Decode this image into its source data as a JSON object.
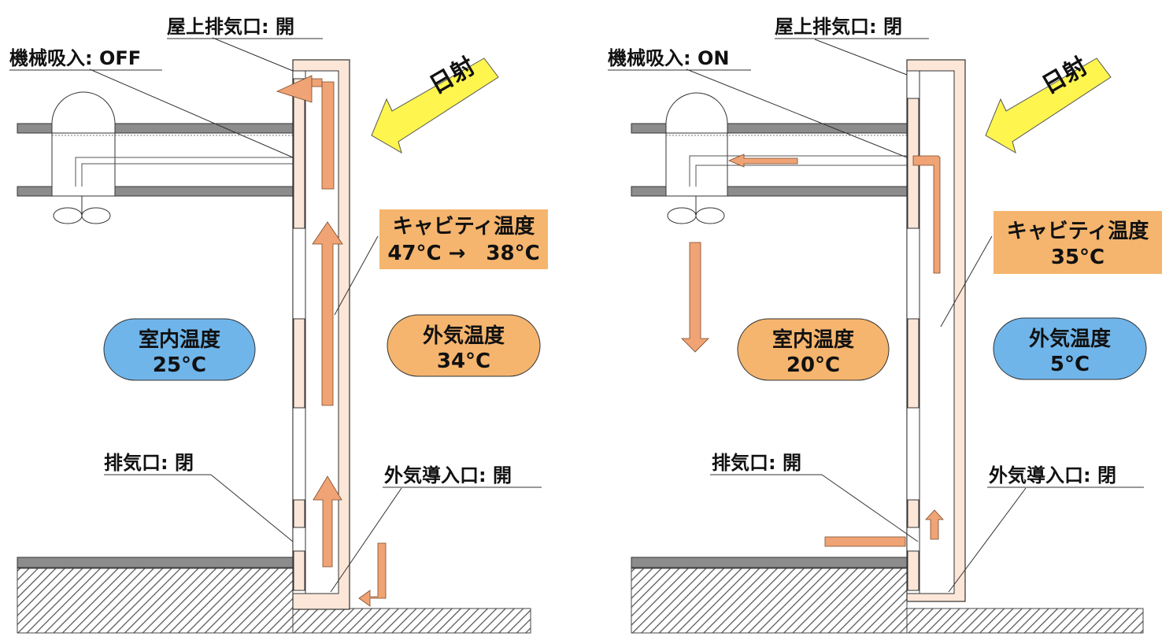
{
  "colors": {
    "wall": "#fbe6d8",
    "cavity_label": "#f5b56e",
    "outdoor_warm": "#f5b56e",
    "indoor_cool": "#6fb5ea",
    "airflow_arrow": "#f0a374",
    "sun_arrow": "#fff54f",
    "slab": "#8c8c8c"
  },
  "icons": [
    "sun-arrow-icon",
    "airflow-arrow-icon",
    "fan-icon",
    "ceiling-unit-icon",
    "hatch-ground"
  ],
  "left": {
    "roof_vent": "屋上排気口: 開",
    "mech_intake": "機械吸入: OFF",
    "sun": "日射",
    "cavity_title": "キャビティ温度",
    "cavity_value": "47°C →　38°C",
    "indoor_title": "室内温度",
    "indoor_value": "25°C",
    "outdoor_title": "外気温度",
    "outdoor_value": "34°C",
    "exhaust": "排気口: 閉",
    "inlet": "外気導入口: 開"
  },
  "right": {
    "roof_vent": "屋上排気口: 閉",
    "mech_intake": "機械吸入: ON",
    "sun": "日射",
    "cavity_title": "キャビティ温度",
    "cavity_value": "35°C",
    "indoor_title": "室内温度",
    "indoor_value": "20°C",
    "outdoor_title": "外気温度",
    "outdoor_value": "5°C",
    "exhaust": "排気口: 開",
    "inlet": "外気導入口: 閉"
  }
}
